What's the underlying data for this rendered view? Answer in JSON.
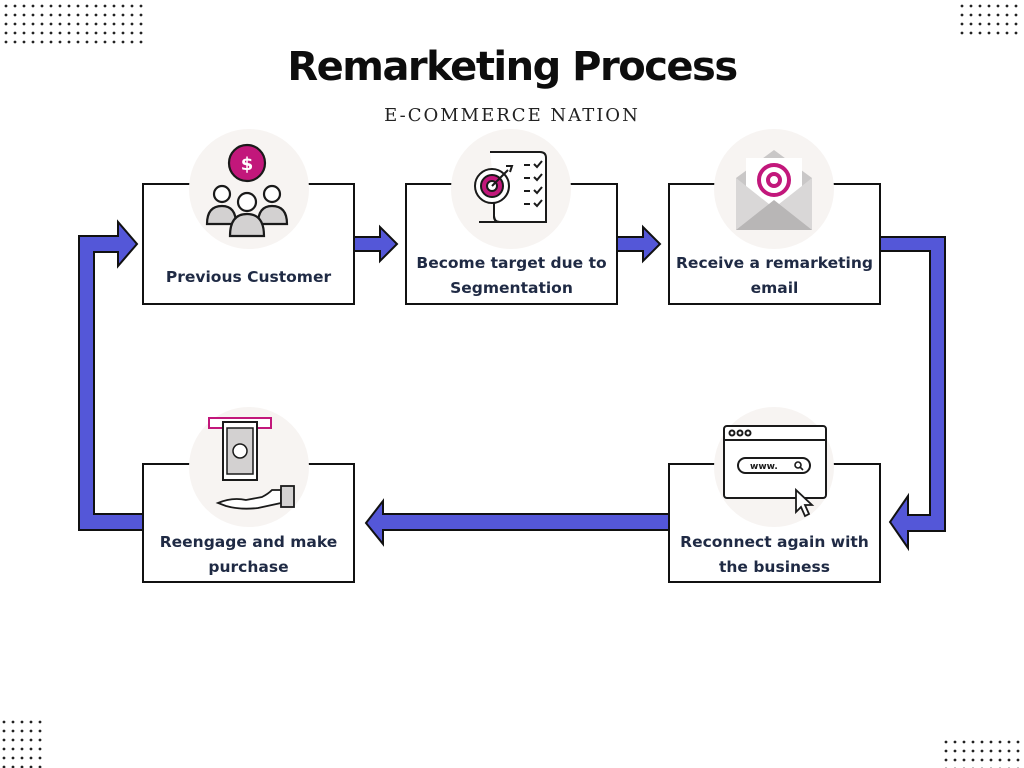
{
  "header": {
    "title": "Remarketing Process",
    "subtitle": "E-COMMERCE NATION"
  },
  "steps": [
    {
      "id": "previous-customer",
      "lines": [
        "Previous Customer"
      ],
      "icon": "customer-group-icon"
    },
    {
      "id": "segmentation",
      "lines": [
        "Become target due to",
        "Segmentation"
      ],
      "icon": "target-checklist-icon"
    },
    {
      "id": "remarketing-email",
      "lines": [
        "Receive a remarketing",
        "email"
      ],
      "icon": "email-envelope-icon"
    },
    {
      "id": "reconnect",
      "lines": [
        "Reconnect again with",
        "the business"
      ],
      "icon": "browser-window-icon"
    },
    {
      "id": "reengage",
      "lines": [
        "Reengage and make",
        "purchase"
      ],
      "icon": "cash-payment-icon"
    }
  ],
  "colors": {
    "arrow": "#5457d8",
    "accent": "#c2177b",
    "icon_gray": "#d3d1d1",
    "icon_circle": "#f7f4f2"
  }
}
